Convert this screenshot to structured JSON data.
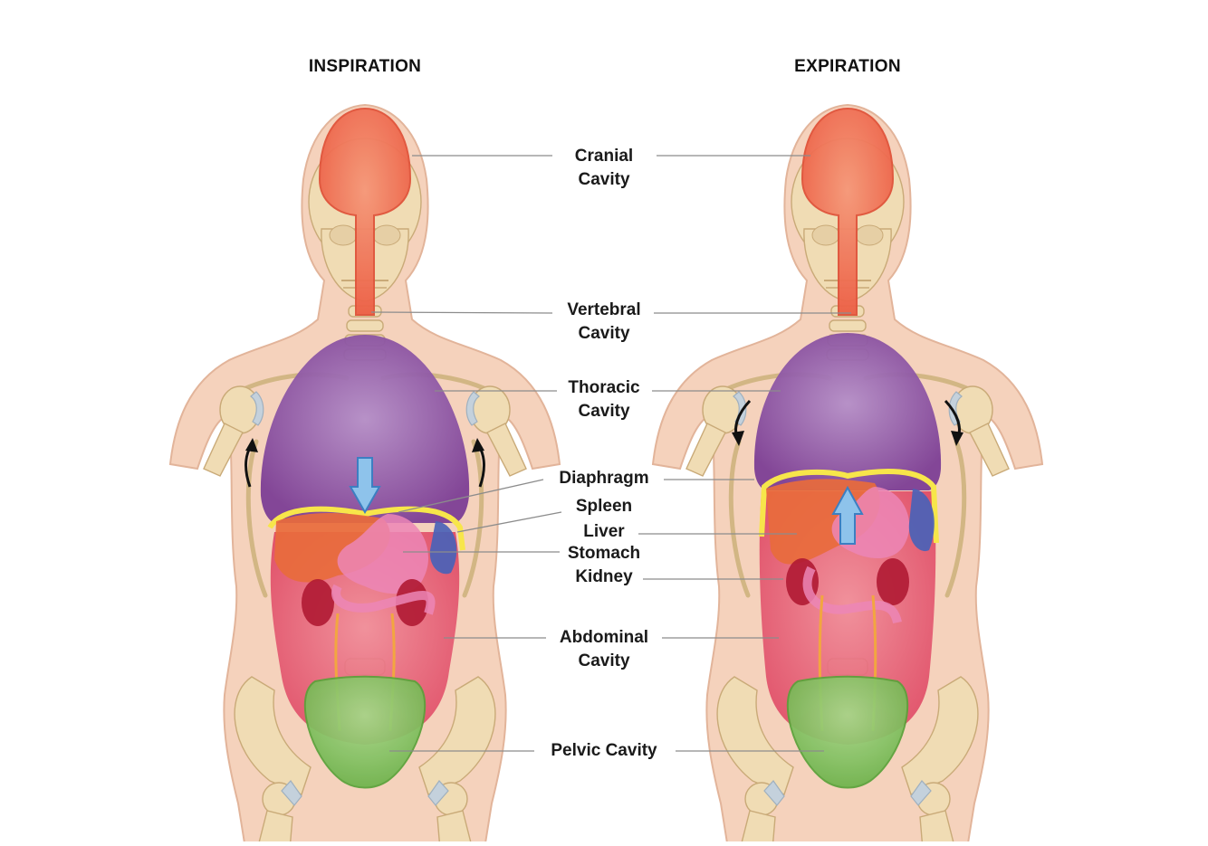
{
  "titles": {
    "left": "INSPIRATION",
    "right": "EXPIRATION"
  },
  "labels": {
    "cranial_line1": "Cranial",
    "cranial_line2": "Cavity",
    "vertebral_line1": "Vertebral",
    "vertebral_line2": "Cavity",
    "thoracic_line1": "Thoracic",
    "thoracic_line2": "Cavity",
    "diaphragm": "Diaphragm",
    "spleen": "Spleen",
    "liver": "Liver",
    "stomach": "Stomach",
    "kidney": "Kidney",
    "abdominal_line1": "Abdominal",
    "abdominal_line2": "Cavity",
    "pelvic": "Pelvic Cavity"
  },
  "colors": {
    "cranial": "#f0775a",
    "thoracic": "#8a4f9f",
    "diaphragm": "#f7e64a",
    "liver": "#e86b3c",
    "stomach": "#ec86b6",
    "spleen": "#4a62b7",
    "kidney": "#b01a33",
    "abdominal": "#e9546a",
    "pelvic": "#7ec15a",
    "arrow_blue": "#8ec3eb",
    "skin": "#f5d2bc",
    "bone": "#f0dcb4"
  },
  "icons": {
    "rib_motion_left_figure": "rotate-arrow-up",
    "rib_motion_right_figure": "rotate-arrow-down",
    "diaphragm_motion_left_figure": "arrow-down",
    "diaphragm_motion_right_figure": "arrow-up"
  }
}
